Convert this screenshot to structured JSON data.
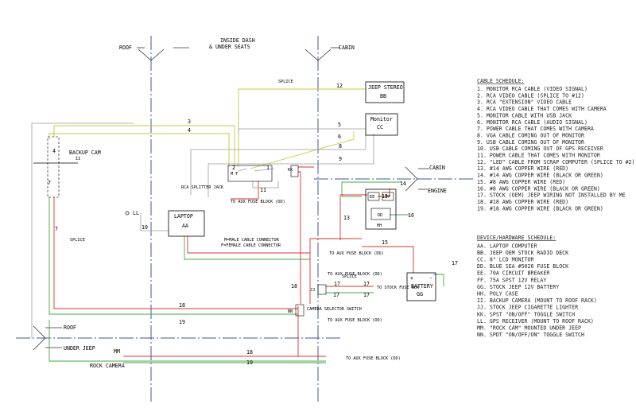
{
  "zones": {
    "roof": "ROOF",
    "inside_dash_line1": "INSIDE DASH",
    "inside_dash_line2": "& UNDER SEATS",
    "cabin_top": "CABIN",
    "cabin_right": "CABIN",
    "engine": "ENGINE",
    "roof_lower": "ROOF",
    "under_jeep": "UNDER JEEP"
  },
  "components": {
    "jeep_stereo": {
      "name": "JEEP STEREO",
      "id": "BB"
    },
    "monitor": {
      "name": "Monitor",
      "id": "CC"
    },
    "laptop": {
      "name": "LAPTOP",
      "id": "AA"
    },
    "battery": {
      "name": "BATTERY",
      "id": "GG"
    },
    "backup_cam": {
      "name": "BACKUP CAM",
      "id": "II"
    },
    "rock_camera": {
      "name": "ROCK CAMERA",
      "id": "MM"
    },
    "gps": "LL",
    "fuse_block_dd": "DD",
    "case_hh": "HH",
    "breaker_ee": "EE",
    "relay_ff": "FF",
    "lighter_jj": "JJ",
    "switch_kk": "KK",
    "switch_nn": "NN"
  },
  "labels": {
    "splice": "SPLICE",
    "rca_splitter": "RCA SPLITTER JACK",
    "connector_line1": "M=MALE CABLE CONNECTOR",
    "connector_line2": "F=FEMALE CABLE CONNECTOR",
    "to_aux_fuse_dd": "TO AUX FUSE BLOCK (DD)",
    "to_stock_fuse": "TO STOCK FUSE BOX",
    "camera_switch": "CAMERA SELECTOR SWITCH",
    "plus": "+",
    "minus": "-",
    "mf": "M F"
  },
  "wire_numbers": [
    "1",
    "2",
    "3",
    "4",
    "5",
    "6",
    "7",
    "8",
    "9",
    "10",
    "11",
    "12",
    "13",
    "14",
    "15",
    "16",
    "17",
    "18",
    "19"
  ],
  "cable_schedule": {
    "title": "CABLE SCHEDULE:",
    "items": [
      "1. MONITOR RCA CABLE (VIDEO SIGNAL)",
      "2. RCA VIDEO CABLE (SPLICE TO #12)",
      "3. RCA \"EXTENSION\" VIDEO CABLE",
      "4. RCA VIDEO CABLE THAT COMES WITH CAMERA",
      "5. MONITOR CABLE WITH USB JACK",
      "6. MONITOR RCA CABLE (AUDIO SIGNAL)",
      "7. POWER CABLE THAT COMES WITH CAMERA",
      "8. VGA CABLE COMING OUT OF MONITOR",
      "9. USB CABLE COMING OUT OF MONITOR",
      "10. USB CABLE COMING OUT OF GPS RECEIVER",
      "11. POWER CABLE THAT COMES WITH MONITOR",
      "12. \"LED\" CABLE FROM SCRAP COMPUTER (SPLICE TO #2)",
      "13. #14 AWG COPPER WIRE (RED)",
      "14. #14 AWG COPPER WIRE (BLACK OR GREEN)",
      "15. #8 AWG COPPER WIRE (RED)",
      "16. #8 AWG COPPER WIRE (BLACK OR GREEN)",
      "17. STOCK (OEM) JEEP WIRING NOT INSTALLED BY ME",
      "18. #18 AWG COPPER WIRE (RED)",
      "19. #18 AWG COPPER WIRE (BLACK OR GREEN)"
    ]
  },
  "device_schedule": {
    "title": "DEVICE/HARDWARE SCHEDULE:",
    "items": [
      "AA. LAPTOP COMPUTER",
      "BB. JEEP OEM STOCK RADIO DECK",
      "CC. 8\" LCD MONITOR",
      "DD. BLUE SEA #5026 FUSE BLOCK",
      "EE. 70A CIRCUIT BREAKER",
      "FF. 75A SPST 12V RELAY",
      "GG. STOCK JEEP 12V BATTERY",
      "HH. POLY CASE",
      "II. BACKUP CAMERA (MOUNT TO ROOF RACK)",
      "JJ. STOCK JEEP CIGARETTE LIGHTER",
      "KK. SPST \"ON/OFF\" TOGGLE SWITCH",
      "LL. GPS RECEIVER (MOUNT TO ROOF RACK)",
      "MM. \"ROCK CAM\" MOUNTED UNDER JEEP",
      "NN. SPDT \"ON/OFF/ON\" TOGGLE SWITCH"
    ]
  },
  "colors": {
    "wire_red": "#e03030",
    "wire_green": "#40a840",
    "wire_yellow": "#c8c840",
    "wire_gray": "#9a9a9a",
    "dash_line": "#3a5a9a",
    "ink": "#000000"
  }
}
